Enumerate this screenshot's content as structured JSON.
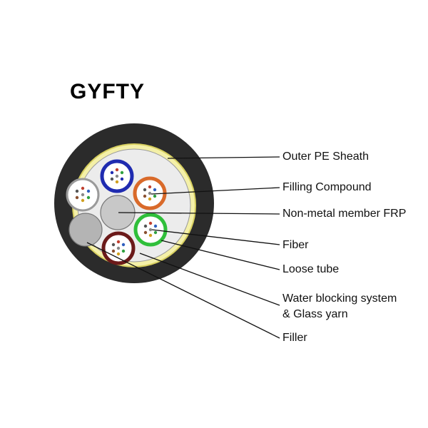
{
  "title": "GYFTY",
  "labels": {
    "outer_sheath": "Outer PE Sheath",
    "filling_compound": "Filling Compound",
    "frp": "Non-metal member FRP",
    "fiber": "Fiber",
    "loose_tube": "Loose tube",
    "water_blocking_line1": "Water blocking system",
    "water_blocking_line2": "& Glass yarn",
    "filler": "Filler"
  },
  "colors": {
    "outer_sheath": "#2b2b2b",
    "yarn": "#f2ef9a",
    "tube_blue": "#1f2bb0",
    "tube_orange": "#d96a2a",
    "tube_green": "#2fbf3a",
    "tube_brown": "#6b1a1a",
    "tube_white": "#e6e6e6",
    "filler_gray": "#b8b8b8",
    "frp_gray": "#c8c8c8"
  }
}
